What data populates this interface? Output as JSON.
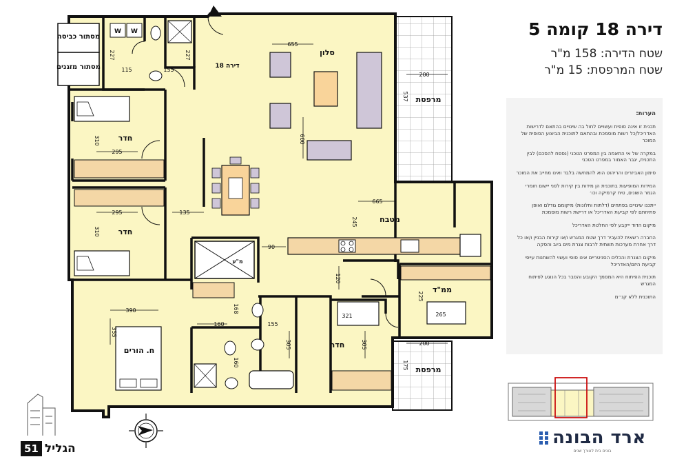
{
  "header": {
    "title": "דירה 18 קומה 5",
    "area": "שטח הדירה: 158 מ\"ר",
    "balcony_area": "שטח המרפסת: 15 מ\"ר"
  },
  "rooms": {
    "salon": "סלון",
    "apt_label": "דירה 18",
    "kitchen": "מטבח",
    "balcony_top": "מרפסת",
    "balcony_bottom": "מרפסת",
    "bedroom_1": "חדר",
    "bedroom_2": "חדר",
    "bedroom_3": "חדר",
    "master": "ח. הורים",
    "safe_room": "ממ\"ד",
    "storage_laundry": "מסתור כביסה",
    "storage_ac": "מסתור מזגנים",
    "elevator": "מ\"ע",
    "washer_1": "W",
    "washer_2": "W"
  },
  "dimensions": {
    "d655": "655",
    "d600": "600",
    "d200_top": "200",
    "d537": "537",
    "d665": "665",
    "d245": "245",
    "d90": "90",
    "d120": "120",
    "d225": "225",
    "d265": "265",
    "d200_bottom": "200",
    "d175": "175",
    "d321": "321",
    "d305_a": "305",
    "d305_b": "305",
    "d155_a": "155",
    "d155_b": "155",
    "d160_a": "160",
    "d160_b": "160",
    "d168": "168",
    "d390": "390",
    "d355": "355",
    "d135": "135",
    "d295_a": "295",
    "d295_b": "295",
    "d310_a": "310",
    "d310_b": "310",
    "d115": "115",
    "d227_a": "227",
    "d227_b": "227"
  },
  "notes": {
    "heading": "הערות:",
    "items": [
      "תכנית זו אינה סופית ועשויים לחול בה שינויים בהתאם לדרישות האדריכל/כל רשות מוסמכת ובהתאם לתוכנית הביצוע הסופית של המוכר",
      "במקרה של אי התאמה בין המפרט הטכני (נספח להסכם) לבין התכנית, יגבר האמור במפרט הטכני",
      "סימון האביזרים והריהוט הוא להמחשה בלבד ואינו מחייב את המוכר",
      "המידות המופיעות בתוכנית הן מידות בין קירות לפני יישום חומרי הגמר השונים, טיח קרמיקה וכו׳",
      "ייתכנו שינויים בפתחים (דלתות וחלונות) מיקומם גודלם ואופן פתיחתם לפי קביעת האדריכל או דרישת רשות מוסמכת",
      "מיקום הדוד ייקבע לפי החלטת האדריכל",
      "החברה רשאית להעביר דרך שטח המגרש ו/או קירות הבניין ו/או כל דרך אחרת מערכות תשתית לרבות צנרת מים ביוב והסקה",
      "מיקום הצנרת והכלים הסניטריים אינו סופי ועשוי להשתנות עייפי קביעת היזם/האדריכל",
      "תוכנית הפיתוח היא המסמך הקובע והסבר בכל הנוגע לפיתוח המגרש",
      "התוכנית ללא קנ״מ"
    ]
  },
  "brand": {
    "name": "ארד הבונה",
    "tagline": "בונים בית לאורך שנים"
  },
  "building": {
    "label": "הגליל",
    "number": "51"
  },
  "colors": {
    "floor": "#fbf6c3",
    "wall": "#111111",
    "cabinet": "#f4d7a6",
    "furniture": "#cfc6d8",
    "table": "#f9d49a",
    "balcony_grid": "#9a9a9a"
  }
}
